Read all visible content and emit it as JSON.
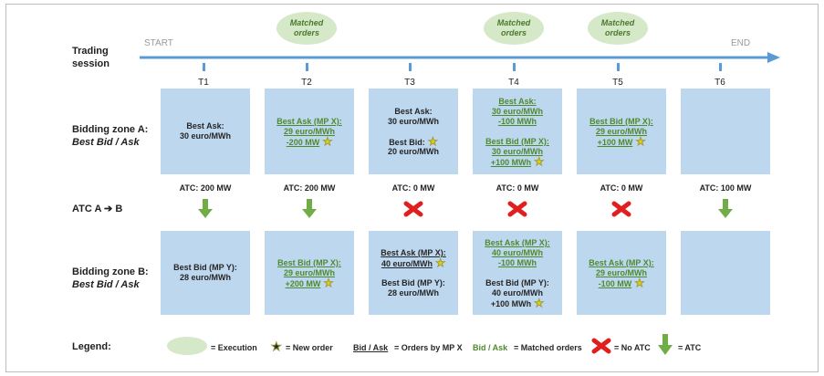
{
  "labels": {
    "trading_session": [
      "Trading",
      "session"
    ],
    "start": "START",
    "end": "END",
    "zone_a": "Bidding zone A:",
    "zone_a_sub": "Best Bid / Ask",
    "atc_row": "ATC A",
    "atc_row_to": "B",
    "zone_b": "Bidding zone B:",
    "zone_b_sub": "Best Bid / Ask",
    "legend": "Legend:"
  },
  "times": [
    "T1",
    "T2",
    "T3",
    "T4",
    "T5",
    "T6"
  ],
  "matched_orders": {
    "label_line1": "Matched",
    "label_line2": "orders",
    "at": [
      "T2",
      "T4",
      "T5"
    ]
  },
  "zone_a": [
    {
      "lines": [
        {
          "t": "Best Ask:"
        },
        {
          "t": "30 euro/MWh"
        }
      ]
    },
    {
      "lines": [
        {
          "t": "Best Ask (MP X):",
          "m": true
        },
        {
          "t": "29 euro/MWh",
          "m": true
        },
        {
          "t": "-200 MW",
          "m": true,
          "star": true
        }
      ]
    },
    {
      "lines": [
        {
          "t": "Best Ask:"
        },
        {
          "t": "30 euro/MWh"
        },
        {
          "t": ""
        },
        {
          "t": "Best Bid:",
          "star": true
        },
        {
          "t": "20 euro/MWh"
        }
      ]
    },
    {
      "lines": [
        {
          "t": "Best Ask:",
          "m": true
        },
        {
          "t": "30 euro/MWh",
          "m": true
        },
        {
          "t": "-100 MWh",
          "m": true
        },
        {
          "t": ""
        },
        {
          "t": "Best Bid (MP X):",
          "m": true
        },
        {
          "t": "30 euro/MWh",
          "m": true
        },
        {
          "t": "+100 MWh",
          "m": true,
          "star": true
        }
      ]
    },
    {
      "lines": [
        {
          "t": "Best Bid (MP X):",
          "m": true
        },
        {
          "t": "29 euro/MWh",
          "m": true
        },
        {
          "t": "+100 MW",
          "m": true,
          "star": true
        }
      ]
    },
    {
      "lines": []
    }
  ],
  "atc_values": [
    "ATC: 200 MW",
    "ATC: 200 MW",
    "ATC: 0 MW",
    "ATC: 0 MW",
    "ATC: 0 MW",
    "ATC: 100 MW"
  ],
  "atc_symbols": [
    "arrow",
    "arrow",
    "cross",
    "cross",
    "cross",
    "arrow"
  ],
  "zone_b": [
    {
      "lines": [
        {
          "t": "Best Bid (MP Y):"
        },
        {
          "t": "28 euro/MWh"
        }
      ]
    },
    {
      "lines": [
        {
          "t": "Best Bid (MP X):",
          "m": true
        },
        {
          "t": "29 euro/MWh",
          "m": true
        },
        {
          "t": "+200 MW",
          "m": true,
          "star": true
        }
      ]
    },
    {
      "lines": [
        {
          "t": "Best Ask (MP X):",
          "u": true
        },
        {
          "t": "40 euro/MWh",
          "u": true,
          "star": true
        },
        {
          "t": ""
        },
        {
          "t": "Best Bid (MP Y):"
        },
        {
          "t": "28 euro/MWh"
        }
      ]
    },
    {
      "lines": [
        {
          "t": "Best Ask (MP X):",
          "m": true
        },
        {
          "t": "40 euro/MWh",
          "m": true
        },
        {
          "t": "-100 MWh",
          "m": true
        },
        {
          "t": ""
        },
        {
          "t": "Best Bid (MP Y):"
        },
        {
          "t": "40 euro/MWh"
        },
        {
          "t": "+100 MWh",
          "star": true
        }
      ]
    },
    {
      "lines": [
        {
          "t": "Best Ask (MP X):",
          "m": true
        },
        {
          "t": "29 euro/MWh",
          "m": true
        },
        {
          "t": "-100 MW",
          "m": true,
          "star": true
        }
      ]
    },
    {
      "lines": []
    }
  ],
  "legend": {
    "execution": "= Execution",
    "new_order": "= New order",
    "orders_mp_x_sample": "Bid / Ask",
    "orders_mp_x": "= Orders by MP X",
    "matched_sample": "Bid / Ask",
    "matched": "= Matched orders",
    "no_atc": "= No ATC",
    "atc": "= ATC"
  },
  "colors": {
    "timeline": "#5b9bd5",
    "box": "#bdd7ee",
    "oval": "#d5e8c8",
    "matched_text": "#4e8a2e",
    "arrow": "#70ad47",
    "cross": "#e01f1f",
    "star": "#e6d200"
  }
}
